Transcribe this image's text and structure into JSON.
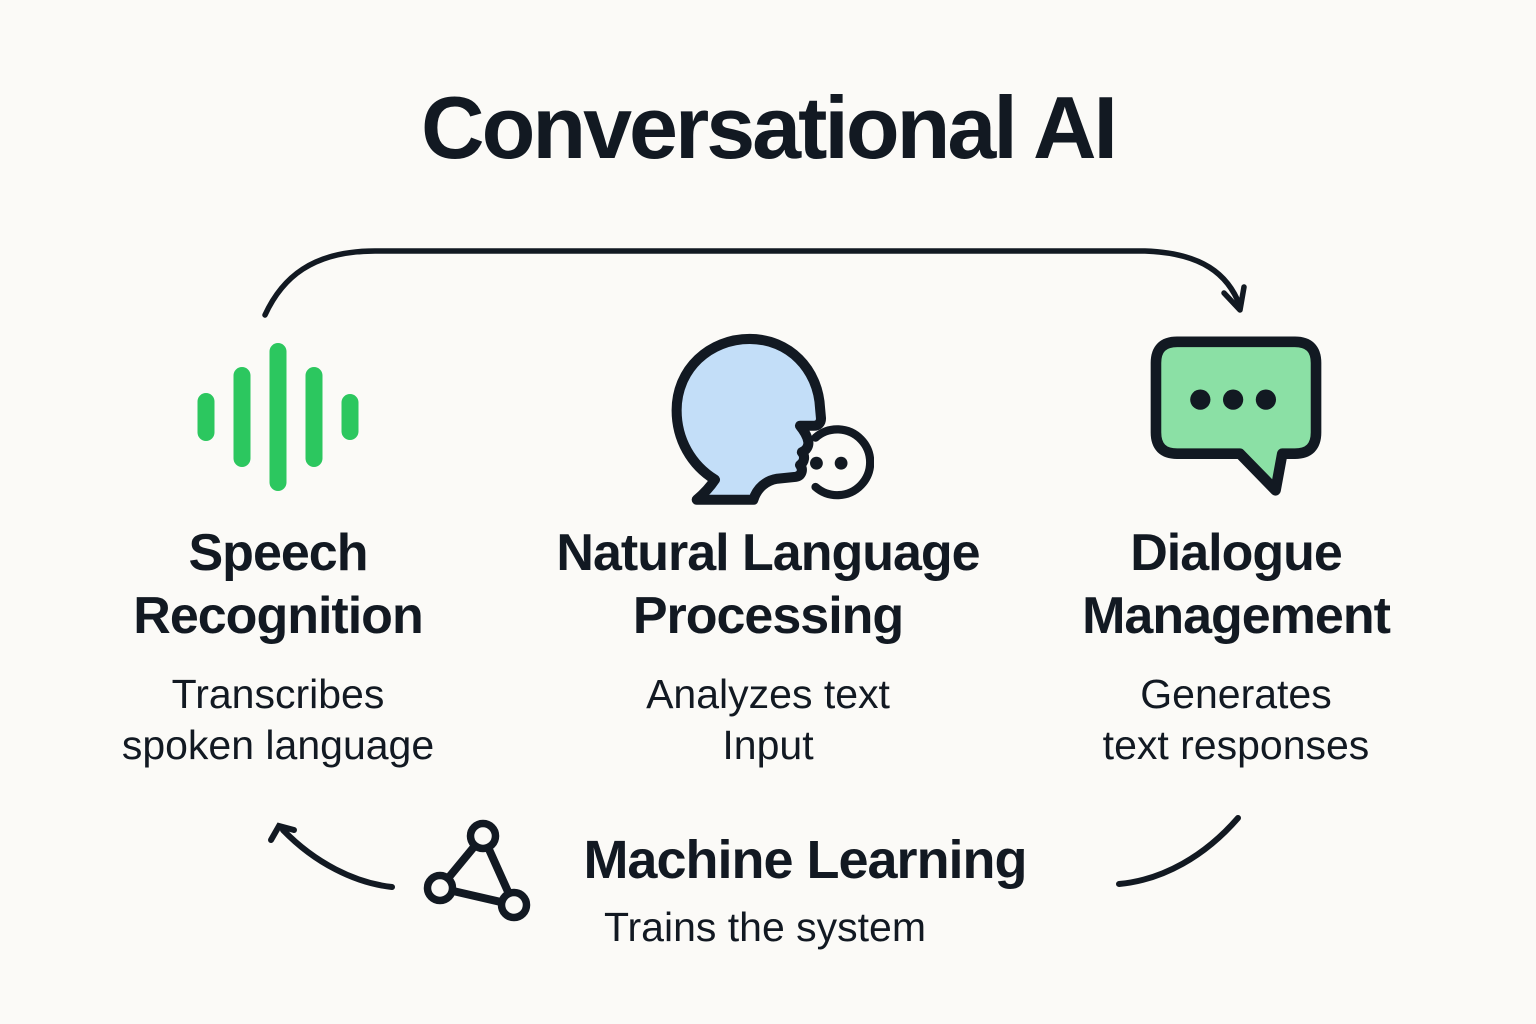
{
  "title": "Conversational AI",
  "colors": {
    "background": "#FBFAF7",
    "ink": "#121922",
    "waveform_green": "#2CC75F",
    "bubble_green": "#8BE0A5",
    "head_blue": "#C3DEF8"
  },
  "columns": [
    {
      "id": "speech-recognition",
      "icon": "waveform-icon",
      "title_lines": [
        "Speech",
        "Recognition"
      ],
      "subtitle_lines": [
        "Transcribes",
        "spoken language"
      ]
    },
    {
      "id": "natural-language-processing",
      "icon": "speaking-head-icon",
      "title_lines": [
        "Natural Language",
        "Processing"
      ],
      "subtitle_lines": [
        "Analyzes text",
        "Input"
      ]
    },
    {
      "id": "dialogue-management",
      "icon": "chat-bubble-icon",
      "title_lines": [
        "Dialogue",
        "Management"
      ],
      "subtitle_lines": [
        "Generates",
        "text responses"
      ]
    }
  ],
  "machine_learning": {
    "icon": "network-icon",
    "title": "Machine Learning",
    "subtitle": "Trains the system"
  }
}
